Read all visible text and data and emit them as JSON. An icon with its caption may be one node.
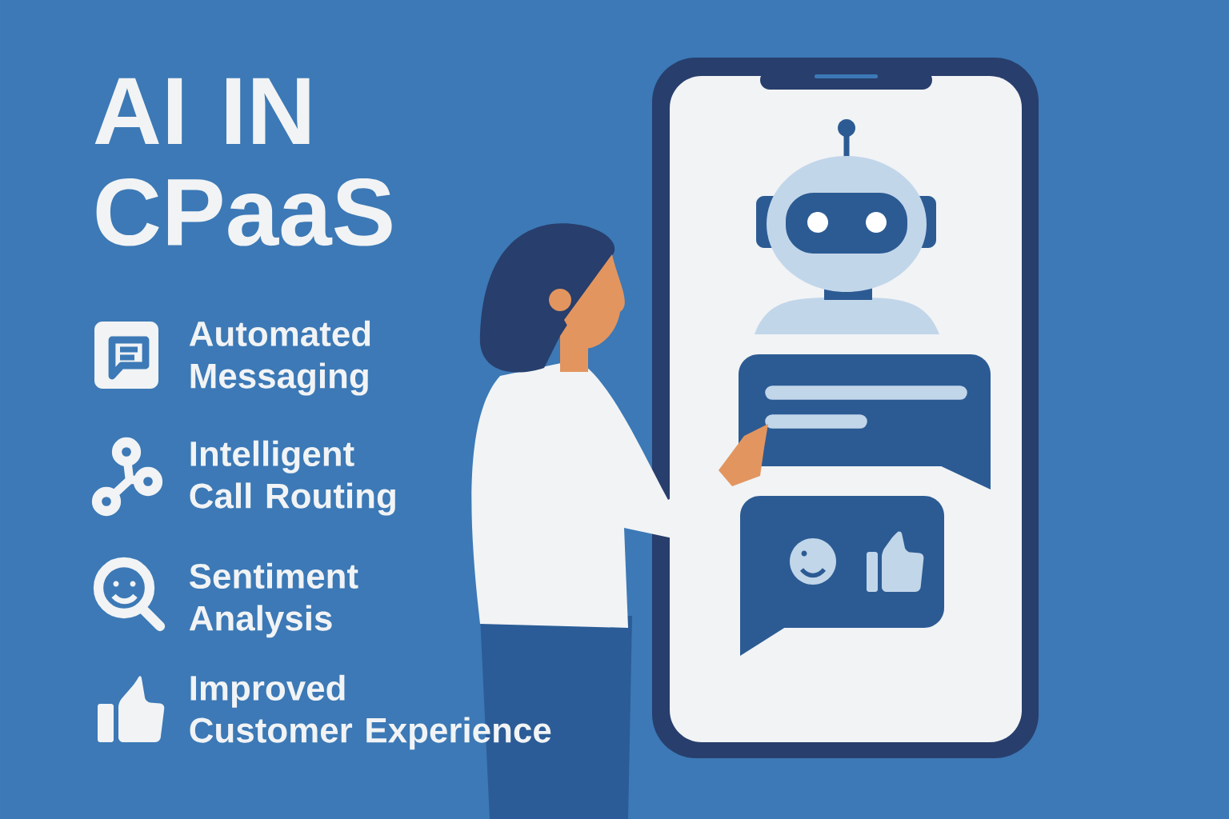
{
  "diagram": {
    "title": "AI IN CPaaS",
    "labels": [
      "Automated Messaging",
      "Intelligent Call Routing",
      "Sentiment Analysis",
      "Improved Customer Experience"
    ]
  }
}
